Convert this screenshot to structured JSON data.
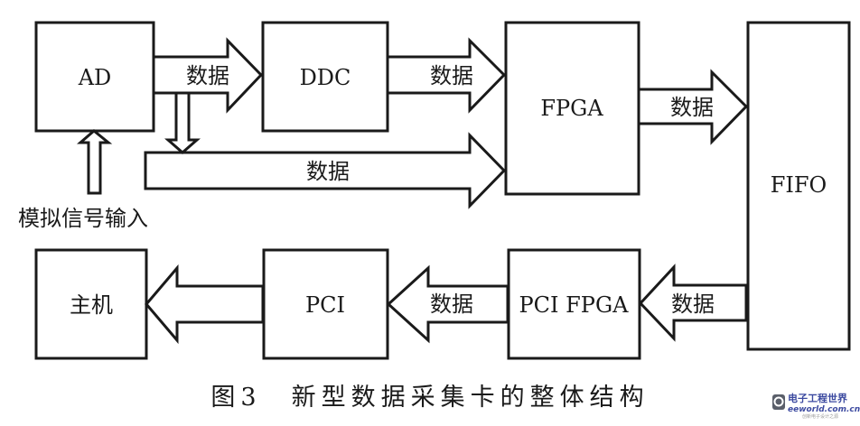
{
  "blocks": {
    "ad": "AD",
    "ddc": "DDC",
    "fpga": "FPGA",
    "fifo": "FIFO",
    "host": "主机",
    "pci": "PCI",
    "pci_fpga": "PCI FPGA"
  },
  "arrows": {
    "ad_to_ddc": "数据",
    "ddc_to_fpga": "数据",
    "ad_to_fpga_bypass": "数据",
    "fpga_to_fifo": "数据",
    "fifo_to_pci_fpga": "数据",
    "pci_fpga_to_pci": "数据",
    "pci_to_host": ""
  },
  "input_label": "模拟信号输入",
  "caption": "图3　新型数据采集卡的整体结构",
  "watermark": {
    "title": "电子工程世界",
    "url": "eeworld.com.cn",
    "slogan": "创新电子设计之源"
  }
}
